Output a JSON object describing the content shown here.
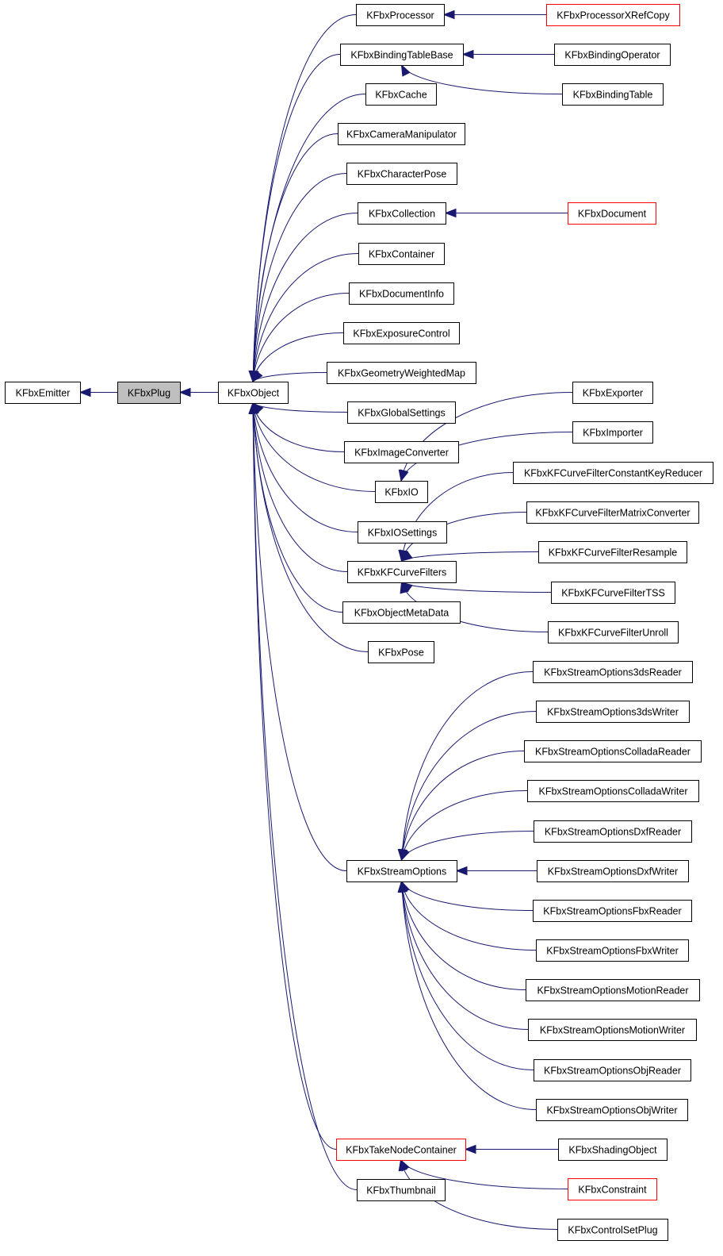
{
  "colors": {
    "edge": "#191970",
    "node_border": "#000000",
    "node_border_truncated": "#ff0000",
    "node_fill": "#ffffff",
    "node_fill_current": "#bfbfbf"
  },
  "nodes": [
    {
      "id": "emitter",
      "label": "KFbxEmitter"
    },
    {
      "id": "plug",
      "label": "KFbxPlug",
      "current": true
    },
    {
      "id": "object",
      "label": "KFbxObject"
    },
    {
      "id": "processor",
      "label": "KFbxProcessor"
    },
    {
      "id": "processorxref",
      "label": "KFbxProcessorXRefCopy",
      "truncated": true
    },
    {
      "id": "bindingtablebase",
      "label": "KFbxBindingTableBase"
    },
    {
      "id": "bindingoperator",
      "label": "KFbxBindingOperator"
    },
    {
      "id": "bindingtable",
      "label": "KFbxBindingTable"
    },
    {
      "id": "cache",
      "label": "KFbxCache"
    },
    {
      "id": "cameramanip",
      "label": "KFbxCameraManipulator"
    },
    {
      "id": "characterpose",
      "label": "KFbxCharacterPose"
    },
    {
      "id": "collection",
      "label": "KFbxCollection"
    },
    {
      "id": "document",
      "label": "KFbxDocument",
      "truncated": true
    },
    {
      "id": "container",
      "label": "KFbxContainer"
    },
    {
      "id": "documentinfo",
      "label": "KFbxDocumentInfo"
    },
    {
      "id": "exposure",
      "label": "KFbxExposureControl"
    },
    {
      "id": "geomweighted",
      "label": "KFbxGeometryWeightedMap"
    },
    {
      "id": "globalsettings",
      "label": "KFbxGlobalSettings"
    },
    {
      "id": "imageconverter",
      "label": "KFbxImageConverter"
    },
    {
      "id": "io",
      "label": "KFbxIO"
    },
    {
      "id": "exporter",
      "label": "KFbxExporter"
    },
    {
      "id": "importer",
      "label": "KFbxImporter"
    },
    {
      "id": "iosettings",
      "label": "KFbxIOSettings"
    },
    {
      "id": "kfcurvefilters",
      "label": "KFbxKFCurveFilters"
    },
    {
      "id": "constantkey",
      "label": "KFbxKFCurveFilterConstantKeyReducer"
    },
    {
      "id": "matrixconv",
      "label": "KFbxKFCurveFilterMatrixConverter"
    },
    {
      "id": "resample",
      "label": "KFbxKFCurveFilterResample"
    },
    {
      "id": "tss",
      "label": "KFbxKFCurveFilterTSS"
    },
    {
      "id": "unroll",
      "label": "KFbxKFCurveFilterUnroll"
    },
    {
      "id": "objectmeta",
      "label": "KFbxObjectMetaData"
    },
    {
      "id": "pose",
      "label": "KFbxPose"
    },
    {
      "id": "streamoptions",
      "label": "KFbxStreamOptions"
    },
    {
      "id": "so3dsreader",
      "label": "KFbxStreamOptions3dsReader"
    },
    {
      "id": "so3dswriter",
      "label": "KFbxStreamOptions3dsWriter"
    },
    {
      "id": "socolladareader",
      "label": "KFbxStreamOptionsColladaReader"
    },
    {
      "id": "socolladawriter",
      "label": "KFbxStreamOptionsColladaWriter"
    },
    {
      "id": "sodxfreader",
      "label": "KFbxStreamOptionsDxfReader"
    },
    {
      "id": "sodxfwriter",
      "label": "KFbxStreamOptionsDxfWriter"
    },
    {
      "id": "sofbxreader",
      "label": "KFbxStreamOptionsFbxReader"
    },
    {
      "id": "sofbxwriter",
      "label": "KFbxStreamOptionsFbxWriter"
    },
    {
      "id": "somotionreader",
      "label": "KFbxStreamOptionsMotionReader"
    },
    {
      "id": "somotionwriter",
      "label": "KFbxStreamOptionsMotionWriter"
    },
    {
      "id": "soobjreader",
      "label": "KFbxStreamOptionsObjReader"
    },
    {
      "id": "soobjwriter",
      "label": "KFbxStreamOptionsObjWriter"
    },
    {
      "id": "takenode",
      "label": "KFbxTakeNodeContainer",
      "truncated": true
    },
    {
      "id": "shading",
      "label": "KFbxShadingObject"
    },
    {
      "id": "constraint",
      "label": "KFbxConstraint",
      "truncated": true
    },
    {
      "id": "controlset",
      "label": "KFbxControlSetPlug"
    },
    {
      "id": "thumbnail",
      "label": "KFbxThumbnail"
    }
  ],
  "edges": [
    {
      "from": "plug",
      "to": "emitter"
    },
    {
      "from": "object",
      "to": "plug"
    },
    {
      "from": "processor",
      "to": "object"
    },
    {
      "from": "bindingtablebase",
      "to": "object"
    },
    {
      "from": "cache",
      "to": "object"
    },
    {
      "from": "cameramanip",
      "to": "object"
    },
    {
      "from": "characterpose",
      "to": "object"
    },
    {
      "from": "collection",
      "to": "object"
    },
    {
      "from": "container",
      "to": "object"
    },
    {
      "from": "documentinfo",
      "to": "object"
    },
    {
      "from": "exposure",
      "to": "object"
    },
    {
      "from": "geomweighted",
      "to": "object"
    },
    {
      "from": "globalsettings",
      "to": "object"
    },
    {
      "from": "imageconverter",
      "to": "object"
    },
    {
      "from": "io",
      "to": "object"
    },
    {
      "from": "iosettings",
      "to": "object"
    },
    {
      "from": "kfcurvefilters",
      "to": "object"
    },
    {
      "from": "objectmeta",
      "to": "object"
    },
    {
      "from": "pose",
      "to": "object"
    },
    {
      "from": "streamoptions",
      "to": "object"
    },
    {
      "from": "takenode",
      "to": "object"
    },
    {
      "from": "thumbnail",
      "to": "object"
    },
    {
      "from": "processorxref",
      "to": "processor"
    },
    {
      "from": "bindingoperator",
      "to": "bindingtablebase"
    },
    {
      "from": "bindingtable",
      "to": "bindingtablebase"
    },
    {
      "from": "document",
      "to": "collection"
    },
    {
      "from": "exporter",
      "to": "io"
    },
    {
      "from": "importer",
      "to": "io"
    },
    {
      "from": "constantkey",
      "to": "kfcurvefilters"
    },
    {
      "from": "matrixconv",
      "to": "kfcurvefilters"
    },
    {
      "from": "resample",
      "to": "kfcurvefilters"
    },
    {
      "from": "tss",
      "to": "kfcurvefilters"
    },
    {
      "from": "unroll",
      "to": "kfcurvefilters"
    },
    {
      "from": "so3dsreader",
      "to": "streamoptions"
    },
    {
      "from": "so3dswriter",
      "to": "streamoptions"
    },
    {
      "from": "socolladareader",
      "to": "streamoptions"
    },
    {
      "from": "socolladawriter",
      "to": "streamoptions"
    },
    {
      "from": "sodxfreader",
      "to": "streamoptions"
    },
    {
      "from": "sodxfwriter",
      "to": "streamoptions"
    },
    {
      "from": "sofbxreader",
      "to": "streamoptions"
    },
    {
      "from": "sofbxwriter",
      "to": "streamoptions"
    },
    {
      "from": "somotionreader",
      "to": "streamoptions"
    },
    {
      "from": "somotionwriter",
      "to": "streamoptions"
    },
    {
      "from": "soobjreader",
      "to": "streamoptions"
    },
    {
      "from": "soobjwriter",
      "to": "streamoptions"
    },
    {
      "from": "shading",
      "to": "takenode"
    },
    {
      "from": "constraint",
      "to": "takenode"
    },
    {
      "from": "controlset",
      "to": "takenode"
    }
  ]
}
